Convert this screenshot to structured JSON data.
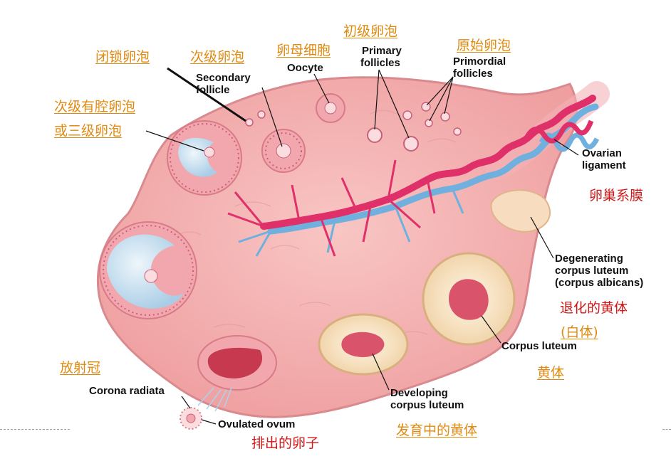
{
  "colors": {
    "orange_label": "#e08a10",
    "red_label": "#d01818",
    "ovary": "#f5b8b8",
    "artery": "#e0306a",
    "vein": "#6fb0de",
    "follicle_fluid": "#c8e0f0",
    "corpus_luteum": "#fbe8cc"
  },
  "labels_cn": {
    "atretic": "闭锁卵泡",
    "secondary": "次级卵泡",
    "oocyte": "卵母细胞",
    "primary": "初级卵泡",
    "primordial": "原始卵泡",
    "tertiary_1": "次级有腔卵泡",
    "tertiary_2": "或三级卵泡",
    "mesovarium": "卵巢系膜",
    "albicans_1": "退化的黄体",
    "albicans_2": "(白体)",
    "corona": "放射冠",
    "luteum": "黄体",
    "developing": "发育中的黄体",
    "ovum": "排出的卵子"
  },
  "labels_en": {
    "secondary_1": "Secondary",
    "secondary_2": "follicle",
    "oocyte": "Oocyte",
    "primary_1": "Primary",
    "primary_2": "follicles",
    "primordial_1": "Primordial",
    "primordial_2": "follicles",
    "ligament_1": "Ovarian",
    "ligament_2": "ligament",
    "degenerating_1": "Degenerating",
    "degenerating_2": "corpus luteum",
    "degenerating_3": "(corpus albicans)",
    "corpus_luteum": "Corpus luteum",
    "corona": "Corona radiata",
    "developing_1": "Developing",
    "developing_2": "corpus luteum",
    "ovulated": "Ovulated ovum"
  }
}
